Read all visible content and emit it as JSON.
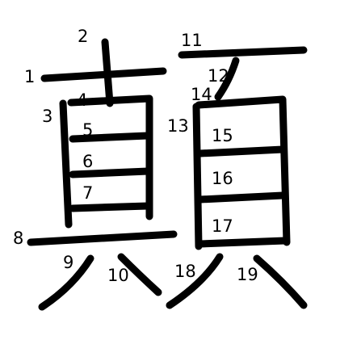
{
  "character": "顛",
  "colors": {
    "background": "#ffffff",
    "ink": "#000000"
  },
  "stroke_numbers": [
    "1",
    "2",
    "3",
    "4",
    "5",
    "6",
    "7",
    "8",
    "9",
    "10",
    "11",
    "12",
    "13",
    "14",
    "15",
    "16",
    "17",
    "18",
    "19"
  ]
}
